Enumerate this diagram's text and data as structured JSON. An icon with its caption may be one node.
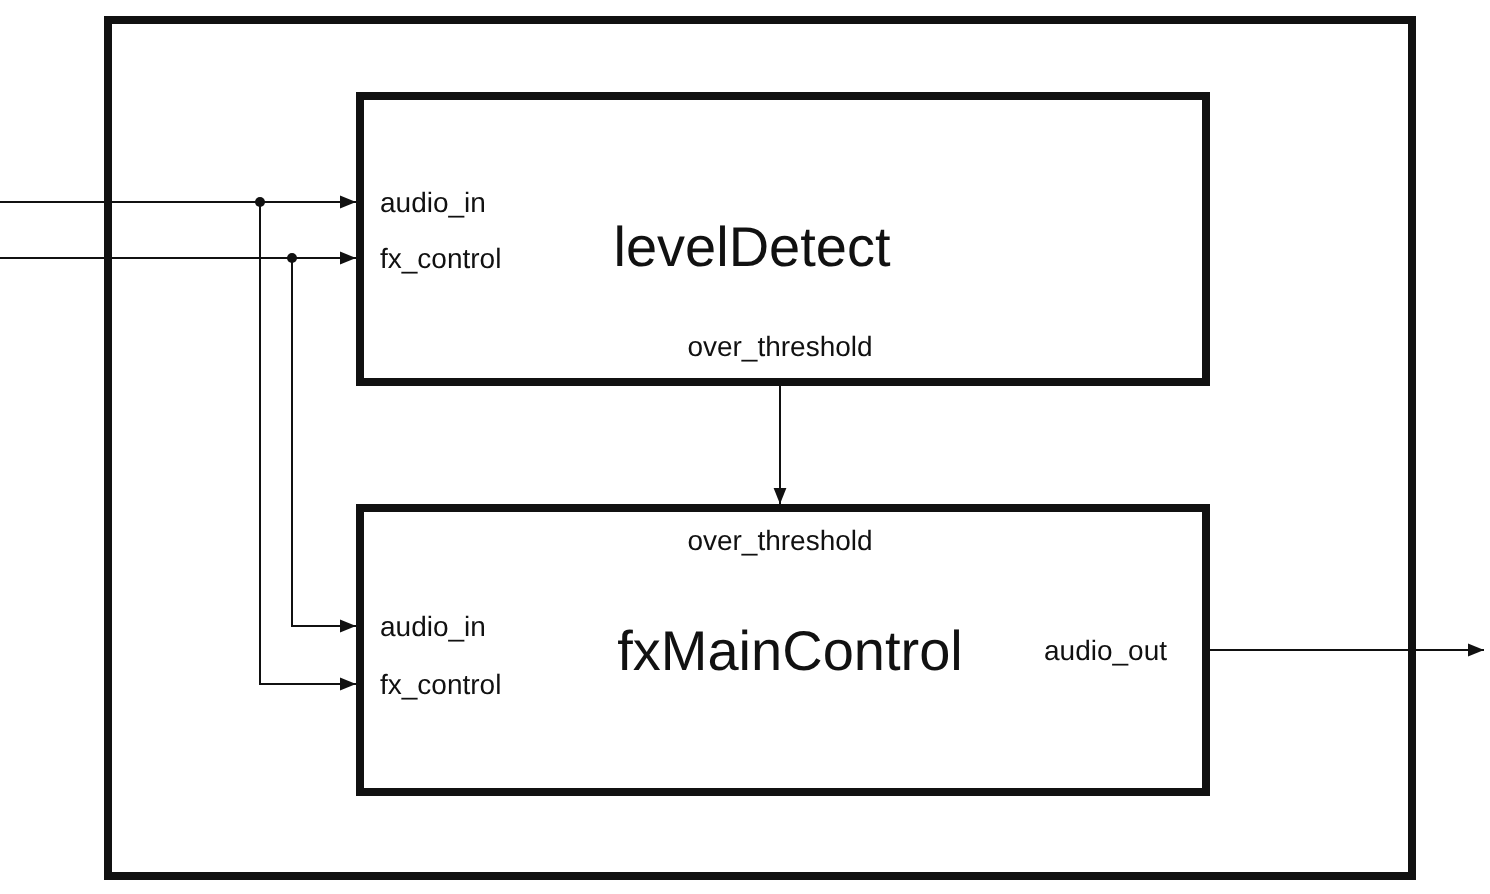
{
  "diagram": {
    "nodes": [
      {
        "text": [],
        "shape": "box"
      },
      {
        "text": [
          "audio_in",
          "fx_control",
          "levelDetect",
          "over_threshold"
        ],
        "in": 0
      },
      {
        "text": [
          "over_threshold",
          "audio_in",
          "fx_control",
          "fxMainControl",
          "audio_out"
        ],
        "in": 0
      }
    ],
    "edges": [
      {
        "from": null,
        "to": 1,
        "arrow": "to"
      },
      {
        "from": null,
        "to": 2,
        "arrow": "to"
      },
      {
        "from": null,
        "to": 1,
        "arrow": "to"
      },
      {
        "from": null,
        "to": 2,
        "arrow": "to"
      },
      {
        "from": 1,
        "to": 2,
        "arrow": "to"
      },
      {
        "from": 2,
        "to": null,
        "arrow": "to"
      }
    ]
  }
}
